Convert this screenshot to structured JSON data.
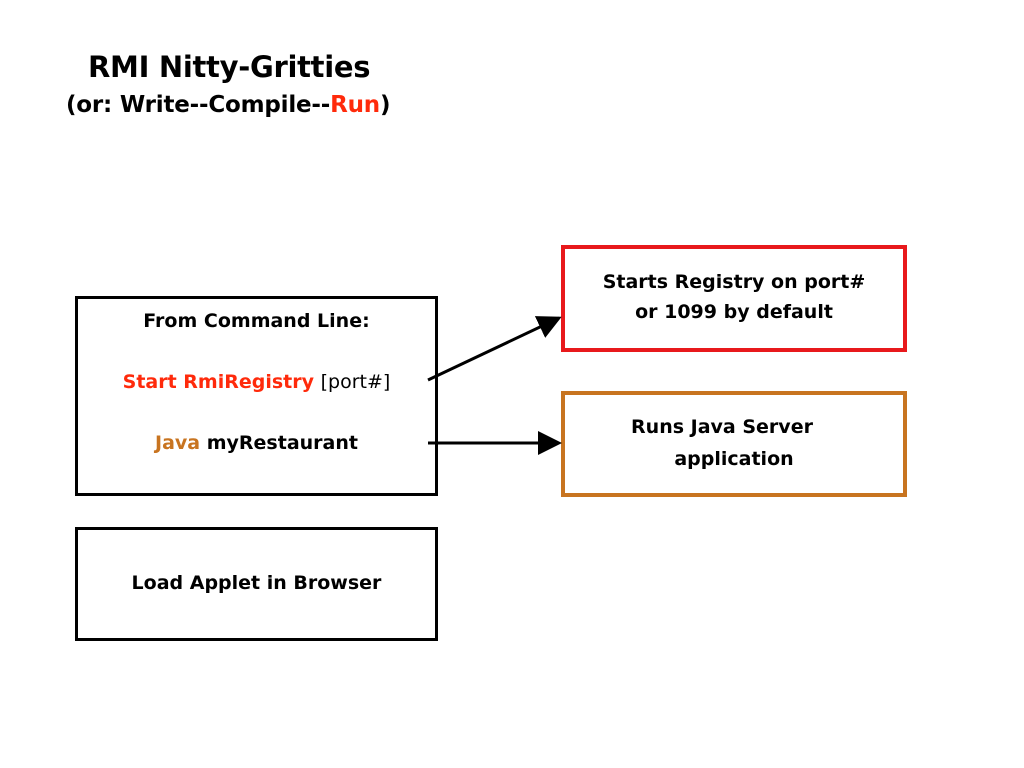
{
  "title": {
    "line1": "RMI Nitty-Gritties",
    "line2_prefix": "(or: Write--Compile--",
    "line2_highlight": "Run",
    "line2_suffix": ")"
  },
  "command_box": {
    "heading": "From Command Line:",
    "registry_cmd_keyword": "Start RmiRegistry",
    "registry_cmd_arg": "[port#]",
    "java_cmd_keyword": "Java",
    "java_cmd_arg": "myRestaurant"
  },
  "registry_box": {
    "line1": "Starts Registry on port#",
    "line2": "or 1099 by default"
  },
  "server_box": {
    "line1": "Runs Java Server",
    "line2": "application"
  },
  "applet_box": {
    "label": "Load Applet in Browser"
  },
  "colors": {
    "highlight_red": "#ff2a0b",
    "java_orange": "#c87420",
    "registry_border": "#e8191c",
    "server_border": "#c87420",
    "text": "#000000"
  }
}
